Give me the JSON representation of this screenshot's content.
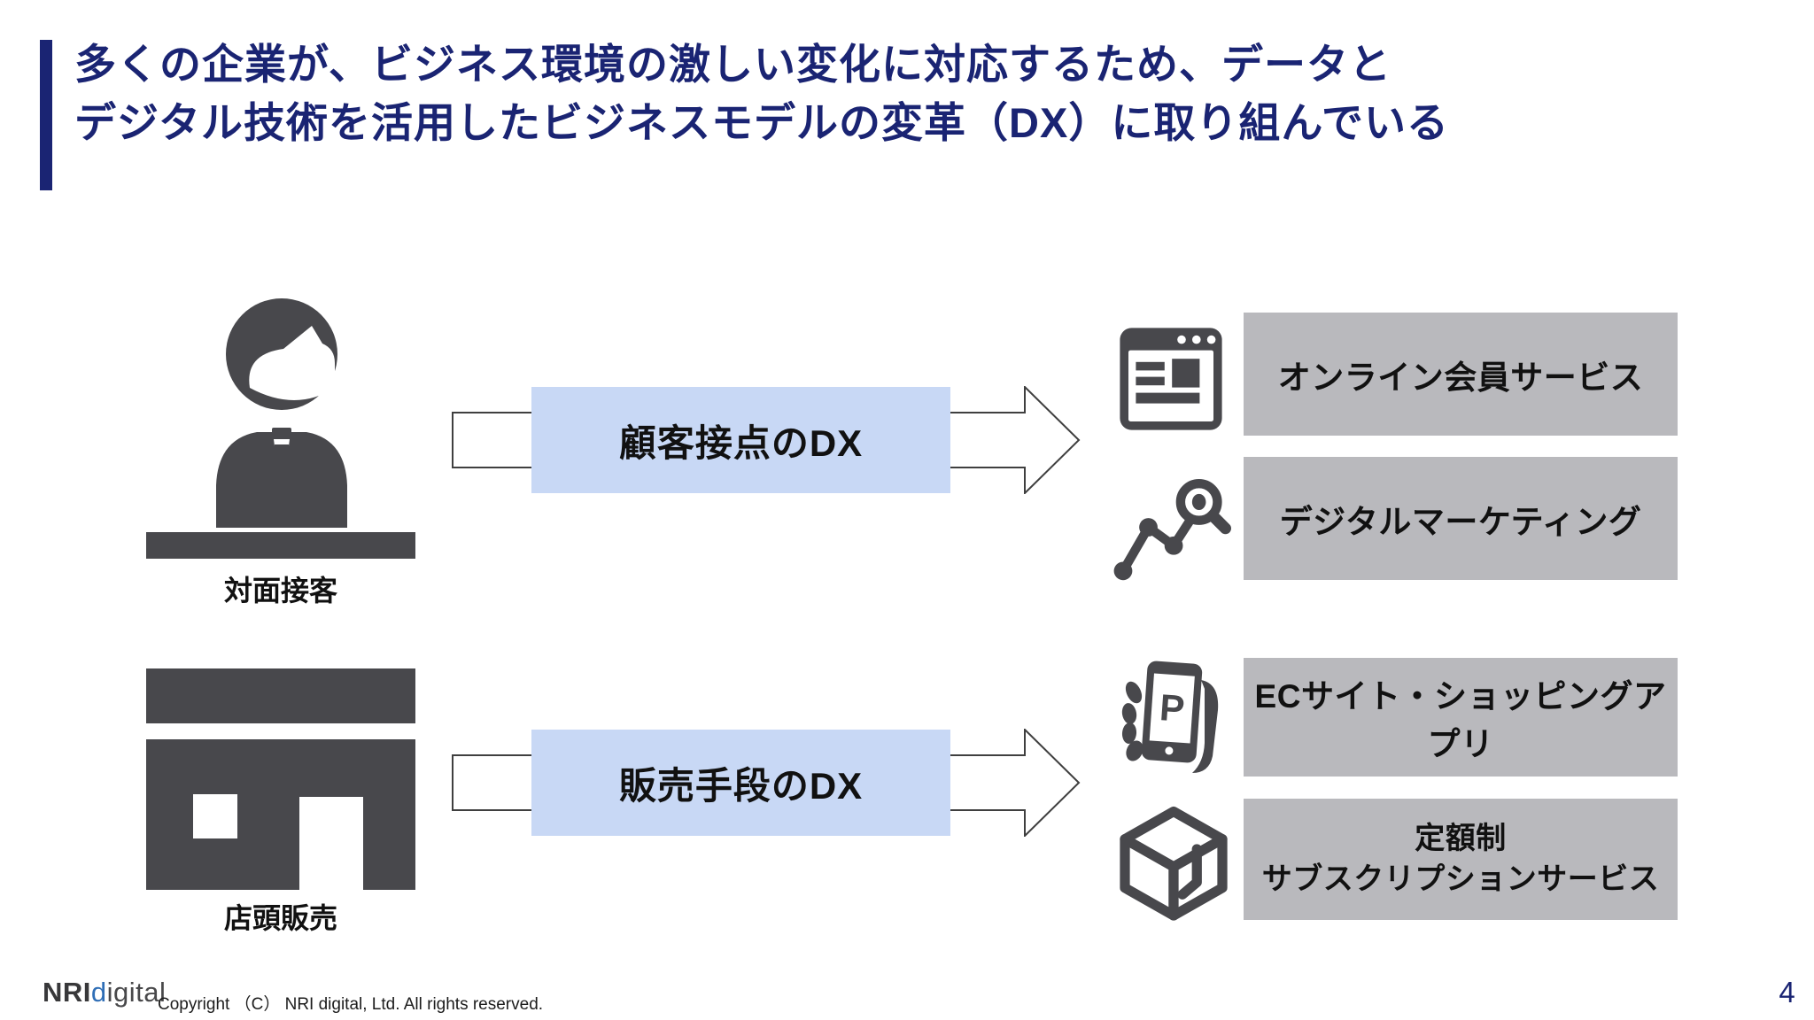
{
  "slide": {
    "title_line1": "多くの企業が、ビジネス環境の激しい変化に対応するため、データと",
    "title_line2": "デジタル技術を活用したビジネスモデルの変革（DX）に取り組んでいる",
    "page_number": "4"
  },
  "sources": [
    {
      "icon": "receptionist-icon",
      "label": "対面接客"
    },
    {
      "icon": "storefront-icon",
      "label": "店頭販売"
    }
  ],
  "flows": [
    {
      "label": "顧客接点のDX"
    },
    {
      "label": "販売手段のDX"
    }
  ],
  "outcomes": [
    {
      "icon": "browser-window-icon",
      "label": "オンライン会員サービス"
    },
    {
      "icon": "chart-magnifier-icon",
      "label": "デジタルマーケティング"
    },
    {
      "icon": "smartphone-payment-icon",
      "label": "ECサイト・ショッピングアプリ",
      "phone_letter": "P"
    },
    {
      "icon": "package-box-icon",
      "label_line1": "定額制",
      "label_line2": "サブスクリプションサービス"
    }
  ],
  "footer": {
    "logo_nri": "NRI",
    "logo_d": "d",
    "logo_igital": "igital",
    "copyright": "Copyright （C） NRI digital, Ltd. All rights reserved."
  },
  "colors": {
    "title-navy": "#1a2473",
    "icon-gray": "#48484c",
    "flow-blue": "#c8d8f5",
    "outcome-gray": "#b9b9bd",
    "arrow-outline": "#3f3f3f",
    "logo-blue": "#2f6eb6",
    "text-black": "#111111"
  }
}
